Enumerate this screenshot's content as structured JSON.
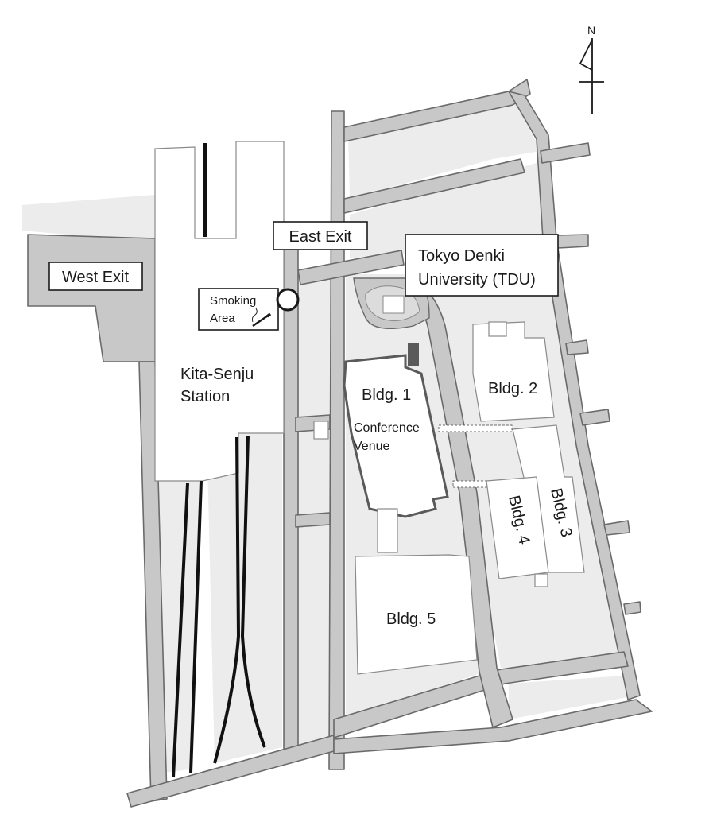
{
  "compass": {
    "letter": "N"
  },
  "labels": {
    "west_exit": "West Exit",
    "east_exit": "East Exit",
    "tdu_line1": "Tokyo Denki",
    "tdu_line2": "University (TDU)",
    "smoking_line1": "Smoking",
    "smoking_line2": "Area",
    "station_line1": "Kita-Senju",
    "station_line2": "Station",
    "bldg1": "Bldg. 1",
    "conference_line1": "Conference",
    "conference_line2": "Venue",
    "bldg2": "Bldg. 2",
    "bldg3": "Bldg. 3",
    "bldg4": "Bldg. 4",
    "bldg5": "Bldg. 5"
  },
  "colors": {
    "road": "#c8c8c8",
    "road_edge": "#6a6a6a",
    "block": "#ececec",
    "building": "#ffffff",
    "highlight_outline": "#5a5a5a",
    "rail": "#111111"
  }
}
